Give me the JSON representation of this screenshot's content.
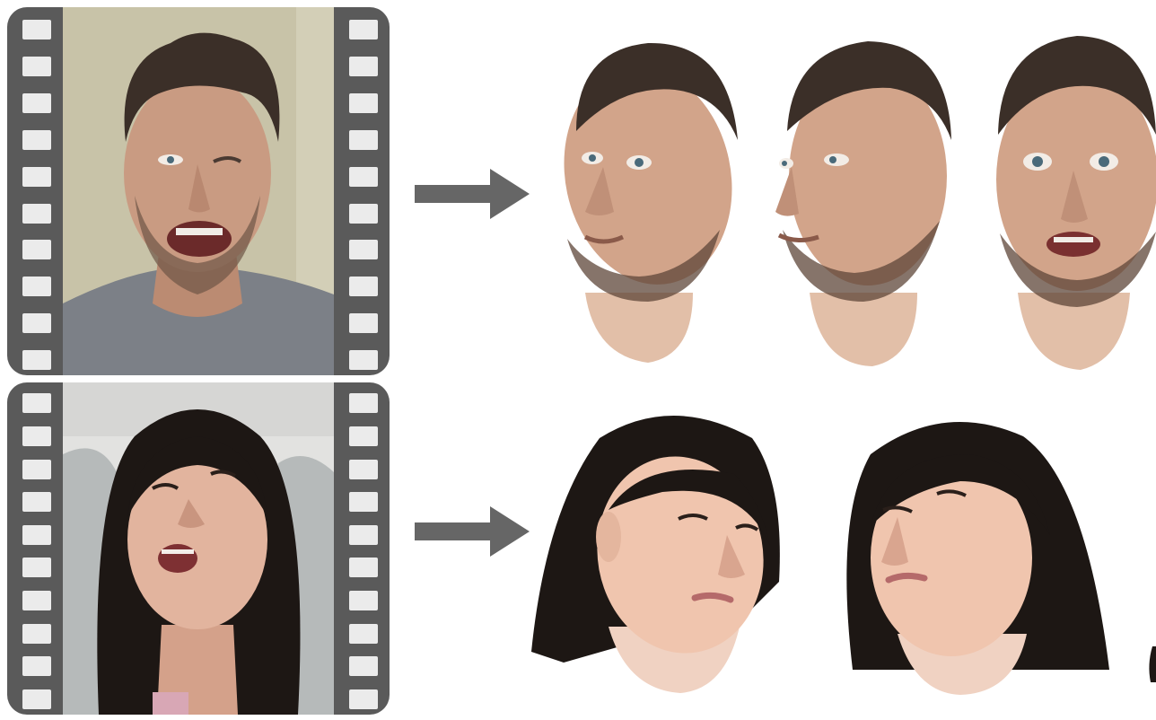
{
  "rows": [
    {
      "id": "man",
      "input_frame": {
        "background": "#c8c3a8",
        "skin": "#c99b82",
        "hair": "#3b2f28",
        "shirt": "#7c8087",
        "expression": "open-mouth-squint"
      },
      "outputs": [
        {
          "pose": "tilted-left"
        },
        {
          "pose": "turned-left"
        },
        {
          "pose": "frontal-surprised"
        }
      ]
    },
    {
      "id": "woman",
      "input_frame": {
        "background": "#e2e2e0",
        "skin": "#e2b49e",
        "hair": "#1d1714",
        "shirt": "#d8a7b5",
        "expression": "open-mouth-looking-up"
      },
      "outputs": [
        {
          "pose": "turned-right"
        },
        {
          "pose": "slight-left"
        }
      ]
    }
  ],
  "colors": {
    "filmstrip": "#5a5a5a",
    "sprocket": "#ebebeb",
    "arrow": "#666666",
    "background": "#ffffff"
  }
}
